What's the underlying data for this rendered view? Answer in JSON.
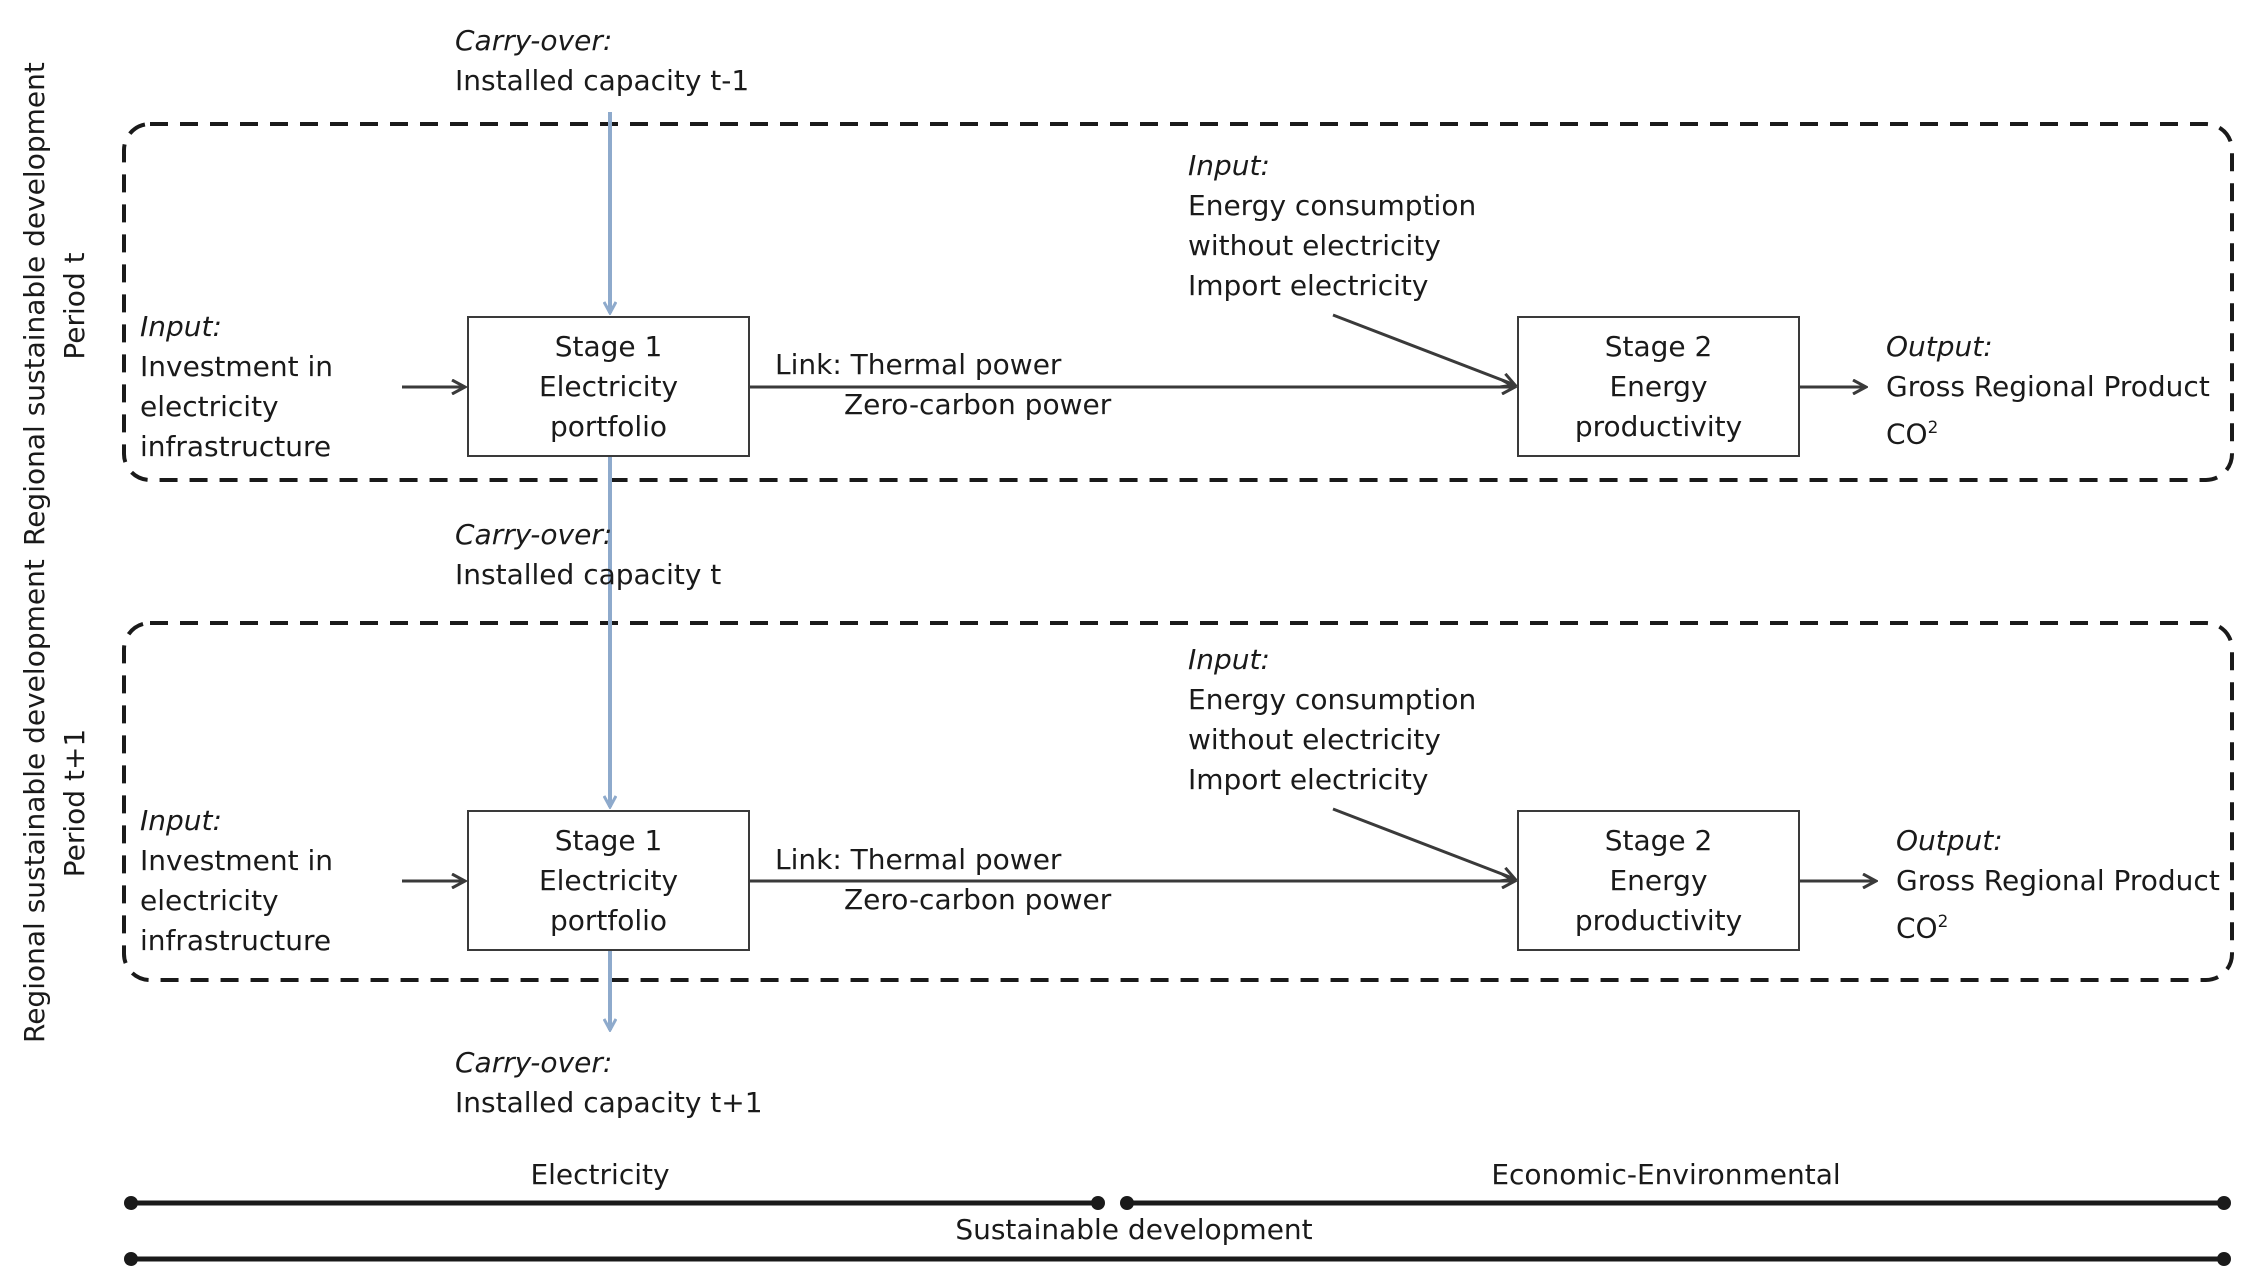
{
  "carry_over_top": {
    "label": "Carry-over:",
    "value": "Installed capacity t-1"
  },
  "carry_over_mid": {
    "label": "Carry-over:",
    "value": "Installed capacity t"
  },
  "carry_over_bottom": {
    "label": "Carry-over:",
    "value": "Installed capacity t+1"
  },
  "periods": [
    {
      "side_label_1": "Regional sustainable development",
      "side_label_2": "Period t",
      "input_left": {
        "label": "Input:",
        "lines": [
          "Investment in",
          "electricity",
          "infrastructure"
        ]
      },
      "stage1": {
        "lines": [
          "Stage 1",
          "Electricity",
          "portfolio"
        ]
      },
      "link": {
        "line1": "Link: Thermal power",
        "line2": "Zero-carbon power"
      },
      "input_top": {
        "label": "Input:",
        "lines": [
          "Energy consumption",
          "without electricity",
          "Import electricity"
        ]
      },
      "stage2": {
        "lines": [
          "Stage 2",
          "Energy",
          "productivity"
        ]
      },
      "output": {
        "label": "Output:",
        "line1": "Gross Regional Product",
        "line2_base": "CO",
        "line2_sup": "2"
      }
    },
    {
      "side_label_1": "Regional sustainable development",
      "side_label_2": "Period t+1",
      "input_left": {
        "label": "Input:",
        "lines": [
          "Investment in",
          "electricity",
          "infrastructure"
        ]
      },
      "stage1": {
        "lines": [
          "Stage 1",
          "Electricity",
          "portfolio"
        ]
      },
      "link": {
        "line1": "Link: Thermal power",
        "line2": "Zero-carbon power"
      },
      "input_top": {
        "label": "Input:",
        "lines": [
          "Energy consumption",
          "without electricity",
          "Import electricity"
        ]
      },
      "stage2": {
        "lines": [
          "Stage 2",
          "Energy",
          "productivity"
        ]
      },
      "output": {
        "label": "Output:",
        "line1": "Gross Regional Product",
        "line2_base": "CO",
        "line2_sup": "2"
      }
    }
  ],
  "scale": {
    "left_label": "Electricity",
    "right_label": "Economic-Environmental",
    "bottom_label": "Sustainable development"
  },
  "colors": {
    "carry_over_arrow": "#8eaacc",
    "flow_arrow": "#3a3a3a",
    "dashed_border": "#1a1a1a"
  }
}
